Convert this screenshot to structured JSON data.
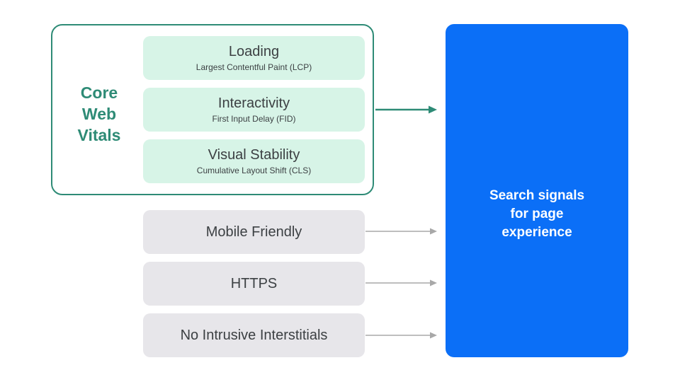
{
  "diagram": {
    "group_label": "Core\nWeb\nVitals",
    "core_web_vitals": [
      {
        "title": "Loading",
        "subtitle": "Largest Contentful Paint (LCP)"
      },
      {
        "title": "Interactivity",
        "subtitle": "First Input Delay (FID)"
      },
      {
        "title": "Visual Stability",
        "subtitle": "Cumulative Layout Shift (CLS)"
      }
    ],
    "other_signals": [
      {
        "label": "Mobile Friendly"
      },
      {
        "label": "HTTPS"
      },
      {
        "label": "No Intrusive Interstitials"
      }
    ],
    "target": {
      "label": "Search signals\nfor page\nexperience"
    }
  },
  "colors": {
    "core_web_vitals_accent": "#2e8b76",
    "core_web_vitals_fill": "#d7f4e7",
    "signal_fill": "#e7e6ea",
    "signal_arrow": "#a8a8a8",
    "target_fill": "#0b6ff7",
    "text": "#3c4043"
  }
}
